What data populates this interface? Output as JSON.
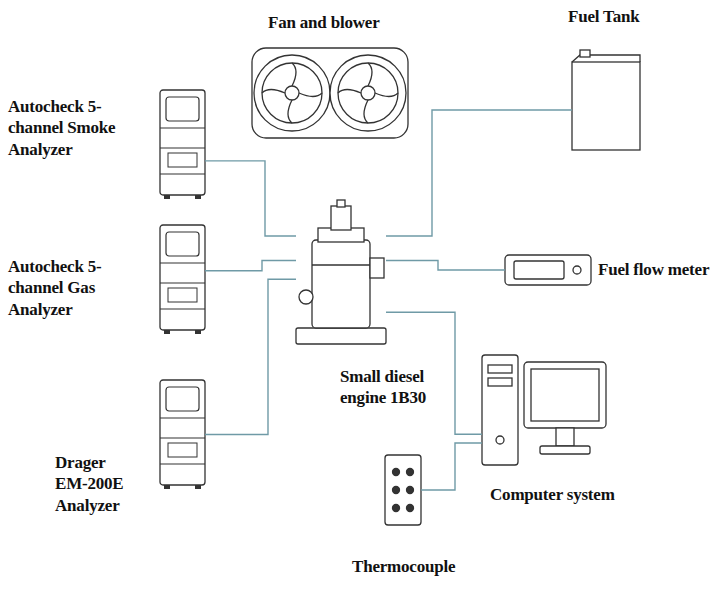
{
  "diagram": {
    "nodes": [
      {
        "text": [
          "Autocheck 5-channel Smoke Analyzer"
        ]
      },
      {
        "text": [
          "Fan and blower"
        ]
      },
      {
        "text": [
          "Fuel Tank"
        ]
      },
      {
        "text": [
          "Autocheck 5-channel Gas Analyzer"
        ]
      },
      {
        "text": [
          "Fuel flow meter"
        ]
      },
      {
        "text": [
          "Small diesel engine 1B30"
        ]
      },
      {
        "text": [
          "Drager EM-200E Analyzer"
        ]
      },
      {
        "text": [
          "Computer system"
        ]
      },
      {
        "text": [
          "Thermocouple"
        ]
      }
    ],
    "edges": [
      {
        "from": 0,
        "to": 5,
        "arrow": "none"
      },
      {
        "from": 3,
        "to": 5,
        "arrow": "none"
      },
      {
        "from": 6,
        "to": 5,
        "arrow": "none"
      },
      {
        "from": 5,
        "to": 2,
        "arrow": "none"
      },
      {
        "from": 5,
        "to": 4,
        "arrow": "none"
      },
      {
        "from": 5,
        "to": 7,
        "arrow": "none"
      },
      {
        "from": 8,
        "to": 7,
        "arrow": "none"
      }
    ]
  }
}
